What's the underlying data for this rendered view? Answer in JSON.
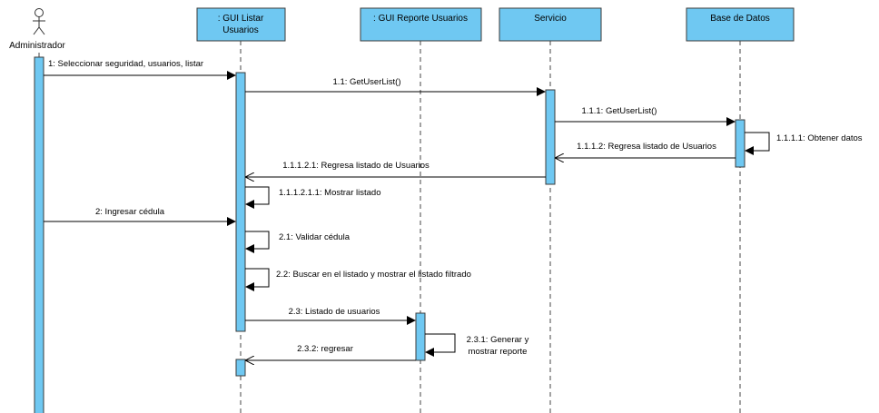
{
  "actor": {
    "name": "Administrador"
  },
  "participants": [
    {
      "id": "gui_listar",
      "name_lines": [
        ": GUI Listar",
        "Usuarios"
      ]
    },
    {
      "id": "gui_reporte",
      "name_lines": [
        ": GUI Reporte Usuarios"
      ]
    },
    {
      "id": "servicio",
      "name_lines": [
        "Servicio"
      ]
    },
    {
      "id": "bd",
      "name_lines": [
        "Base de Datos"
      ]
    }
  ],
  "messages": {
    "m1": "1: Seleccionar seguridad, usuarios, listar",
    "m1_1": "1.1: GetUserList()",
    "m1_1_1": "1.1.1: GetUserList()",
    "m1_1_1_1": "1.1.1.1: Obtener datos",
    "m1_1_1_2": "1.1.1.2: Regresa listado de Usuarios",
    "m1_1_1_2_1": "1.1.1.2.1: Regresa listado de Usuarios",
    "m1_1_1_2_1_1": "1.1.1.2.1.1: Mostrar listado",
    "m2": "2: Ingresar cédula",
    "m2_1": "2.1: Validar cédula",
    "m2_2": "2.2: Buscar en el listado y mostrar el listado filtrado",
    "m2_3": "2.3: Listado de usuarios",
    "m2_3_1_line1": "2.3.1: Generar y",
    "m2_3_1_line2": "mostrar reporte",
    "m2_3_2": "2.3.2: regresar"
  },
  "colors": {
    "fill": "#6fc8f2",
    "stroke": "#3b3b3b"
  }
}
